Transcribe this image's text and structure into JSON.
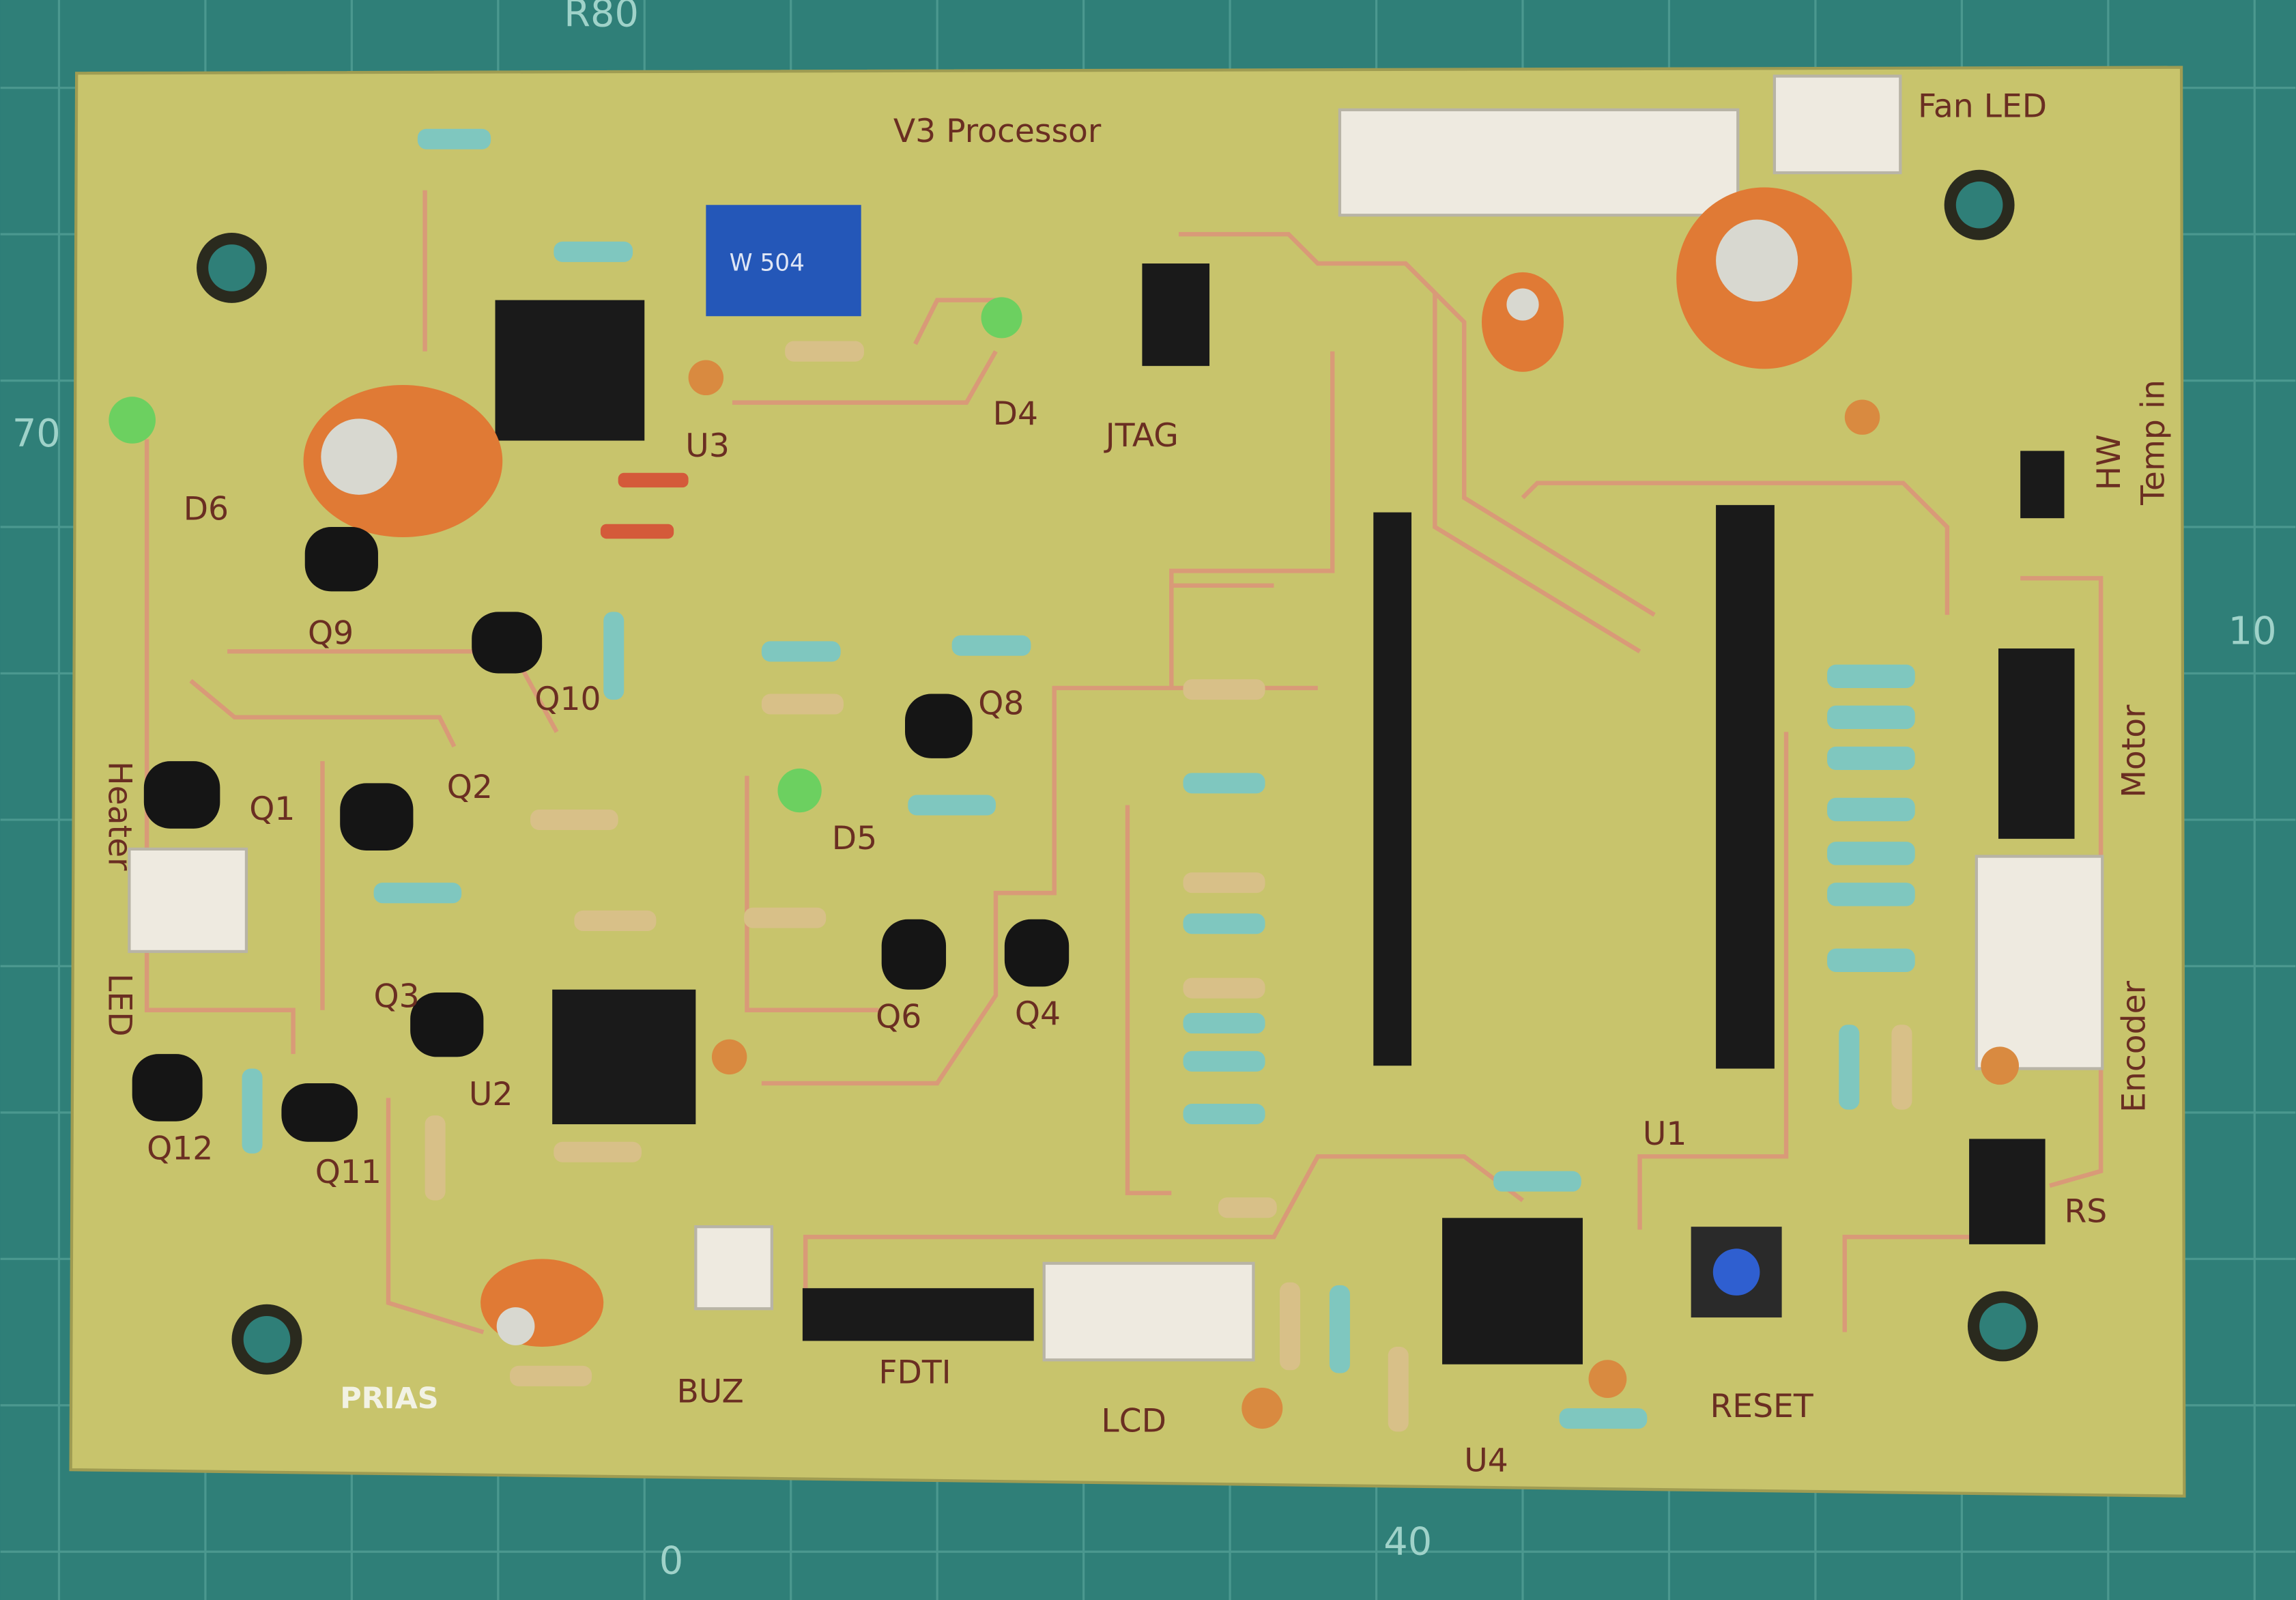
{
  "colors": {
    "mat": "#2f7f78",
    "board": "#c8c46c",
    "trace": "#d99a78",
    "silk": "#6a2e22",
    "capacitor": "#e07a35",
    "connector": "#eeeae0",
    "ic": "#1a1a1a"
  },
  "mat_numbers": {
    "top": "R80",
    "left": "70",
    "right": "10",
    "bottom_left": "0",
    "bottom": "40"
  },
  "labels": {
    "title": "V3 Processor",
    "fan_led": "Fan LED",
    "jtag": "JTAG",
    "d4": "D4",
    "u3": "U3",
    "d6": "D6",
    "q9": "Q9",
    "q10": "Q10",
    "q8": "Q8",
    "q2": "Q2",
    "q1": "Q1",
    "d5": "D5",
    "q3": "Q3",
    "q6": "Q6",
    "q4": "Q4",
    "u2": "U2",
    "q12": "Q12",
    "q11": "Q11",
    "prias": "PRIAS",
    "buz": "BUZ",
    "fdti": "FDTI",
    "lcd": "LCD",
    "u4": "U4",
    "u1": "U1",
    "reset": "RESET",
    "rs": "RS",
    "encoder": "Encoder",
    "motor": "Motor",
    "hw": "HW",
    "temp_in": "Temp in",
    "heater": "Heater",
    "led": "LED",
    "pot": "W 504"
  }
}
